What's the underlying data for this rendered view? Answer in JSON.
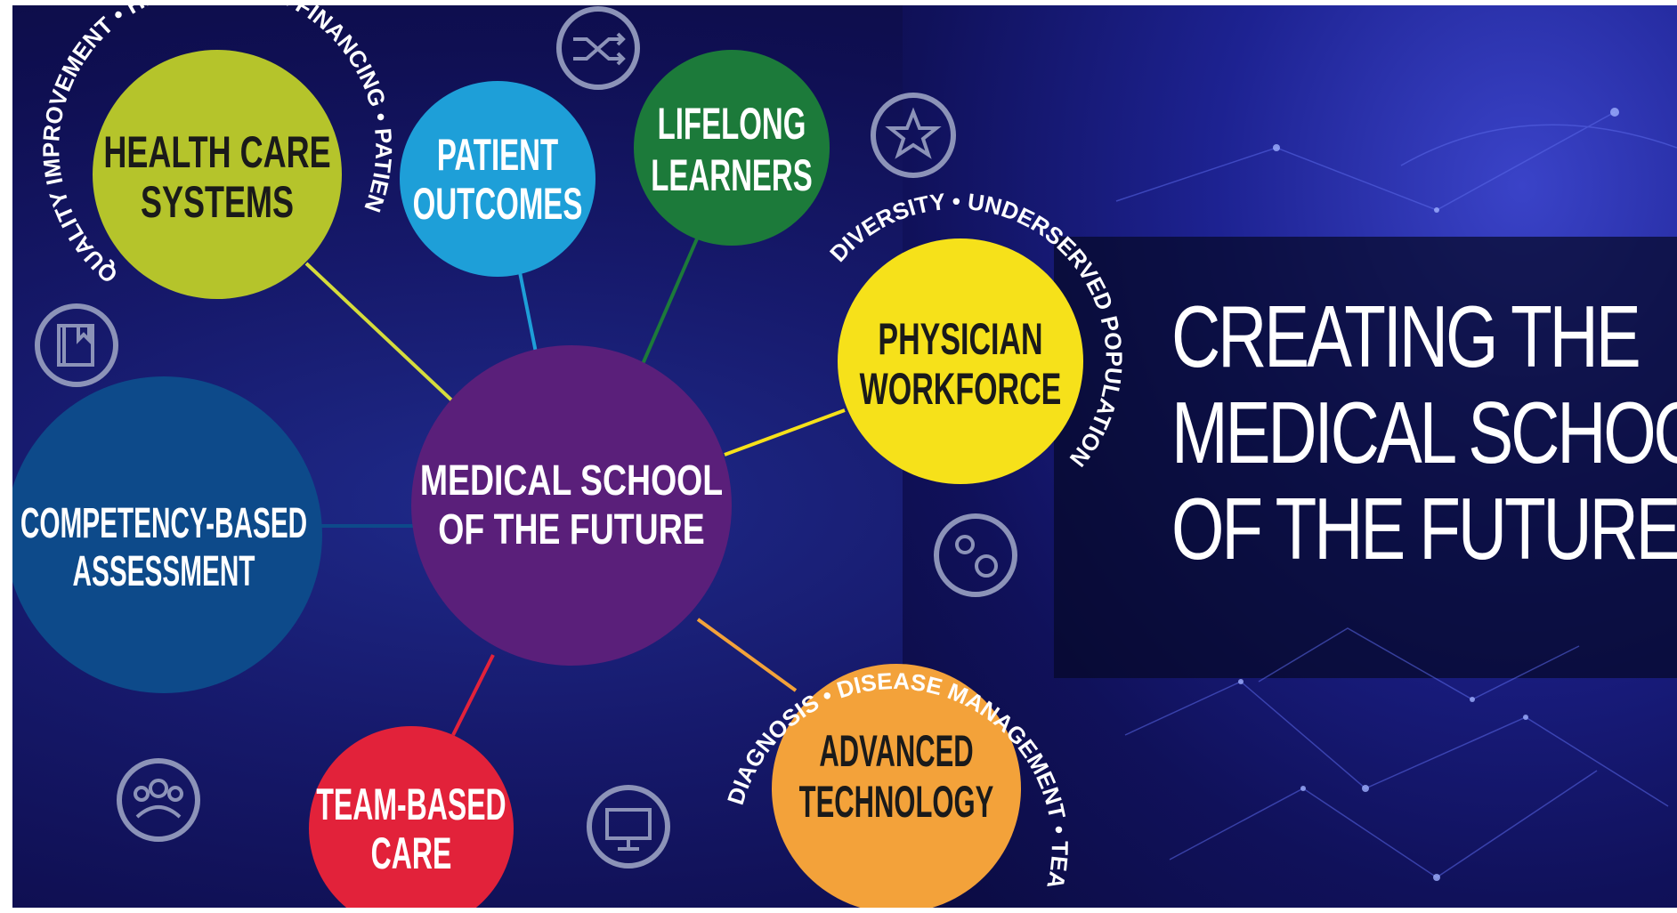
{
  "headline": {
    "line1": "CREATING THE",
    "line2": "MEDICAL SCHOOL",
    "line3": "OF THE FUTURE"
  },
  "center": {
    "line1": "MEDICAL SCHOOL",
    "line2": "OF THE FUTURE"
  },
  "nodes": {
    "health_care_systems": {
      "line1": "HEALTH CARE",
      "line2": "SYSTEMS",
      "ring": "QUALITY IMPROVEMENT • HEALTH CARE FINANCING • PATIENT SAFETY",
      "color": "#b5c42b"
    },
    "patient_outcomes": {
      "line1": "PATIENT",
      "line2": "OUTCOMES",
      "color": "#1e9fd8"
    },
    "lifelong_learners": {
      "line1": "LIFELONG",
      "line2": "LEARNERS",
      "color": "#1c7a3a"
    },
    "physician_workforce": {
      "line1": "PHYSICIAN",
      "line2": "WORKFORCE",
      "ring": "DIVERSITY • UNDERSERVED POPULATIONS",
      "color": "#f6e11a"
    },
    "competency_assessment": {
      "line1": "COMPETENCY-BASED",
      "line2": "ASSESSMENT",
      "color": "#0d4a8a"
    },
    "team_based_care": {
      "line1": "TEAM-BASED",
      "line2": "CARE",
      "color": "#e2223a"
    },
    "advanced_technology": {
      "line1": "ADVANCED",
      "line2": "TECHNOLOGY",
      "ring": "DIAGNOSIS • DISEASE MANAGEMENT • TEACHING TOOLS",
      "color": "#f3a23a"
    }
  },
  "colors": {
    "center": "#5a1f7a",
    "background": "#12135c"
  },
  "icons": [
    "shuffle-icon",
    "star-icon",
    "book-icon",
    "gears-icon",
    "group-icon",
    "monitor-icon"
  ]
}
